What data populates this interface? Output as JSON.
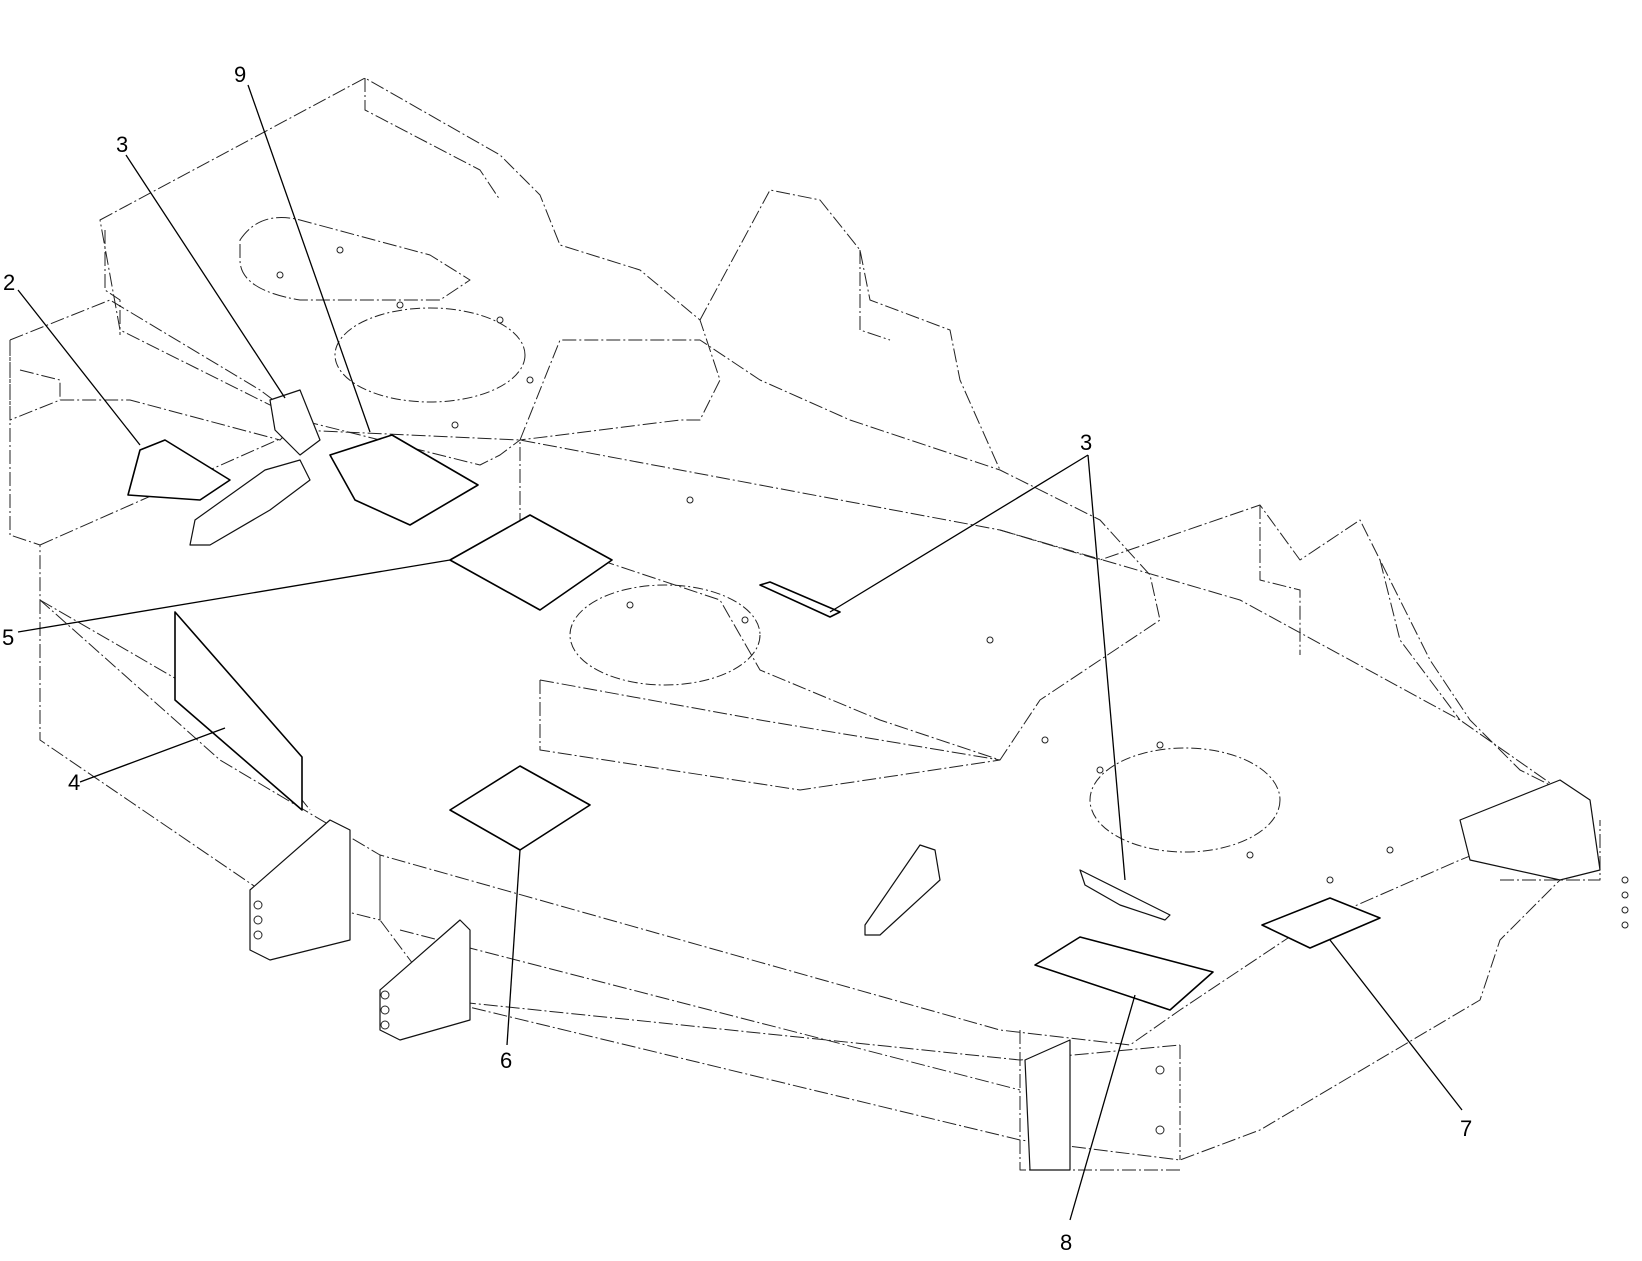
{
  "callouts": [
    {
      "id": "c9",
      "label": "9"
    },
    {
      "id": "c3a",
      "label": "3"
    },
    {
      "id": "c2",
      "label": "2"
    },
    {
      "id": "c3b",
      "label": "3"
    },
    {
      "id": "c5",
      "label": "5"
    },
    {
      "id": "c4",
      "label": "4"
    },
    {
      "id": "c6",
      "label": "6"
    },
    {
      "id": "c8",
      "label": "8"
    },
    {
      "id": "c7",
      "label": "7"
    }
  ],
  "colors": {
    "line": "#000000",
    "background": "#ffffff"
  }
}
